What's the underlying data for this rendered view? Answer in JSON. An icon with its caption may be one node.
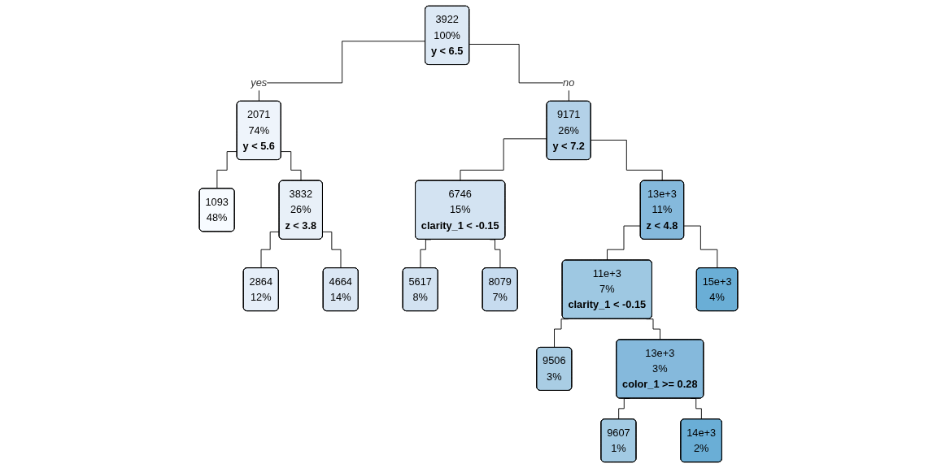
{
  "diagram": {
    "nodes": [
      {
        "text": [
          "3922",
          "100%",
          "y < 6.5"
        ]
      },
      {
        "text": [
          "2071",
          "74%",
          "y < 5.6"
        ]
      },
      {
        "text": [
          "9171",
          "26%",
          "y < 7.2"
        ]
      },
      {
        "text": [
          "3832",
          "26%",
          "z < 3.8"
        ]
      },
      {
        "text": [
          "6746",
          "15%",
          "clarity_1 < -0.15"
        ]
      },
      {
        "text": [
          "13e+3",
          "11%",
          "z < 4.8"
        ]
      },
      {
        "text": [
          "11e+3",
          "7%",
          "clarity_1 < -0.15"
        ]
      },
      {
        "text": [
          "13e+3",
          "3%",
          "color_1 >= 0.28"
        ]
      },
      {
        "text": [
          "1093",
          "48%"
        ]
      },
      {
        "text": [
          "2864",
          "12%"
        ]
      },
      {
        "text": [
          "4664",
          "14%"
        ]
      },
      {
        "text": [
          "5617",
          "8%"
        ]
      },
      {
        "text": [
          "8079",
          "7%"
        ]
      },
      {
        "text": [
          "9506",
          "3%"
        ]
      },
      {
        "text": [
          "9607",
          "1%"
        ]
      },
      {
        "text": [
          "14e+3",
          "2%"
        ]
      },
      {
        "text": [
          "15e+3",
          "4%"
        ]
      }
    ],
    "edges": [
      {
        "from": 0,
        "to": 1,
        "arrow": "none",
        "label": "yes"
      },
      {
        "from": 0,
        "to": 2,
        "arrow": "none",
        "label": "no"
      },
      {
        "from": 1,
        "to": 8,
        "arrow": "none"
      },
      {
        "from": 1,
        "to": 3,
        "arrow": "none"
      },
      {
        "from": 3,
        "to": 9,
        "arrow": "none"
      },
      {
        "from": 3,
        "to": 10,
        "arrow": "none"
      },
      {
        "from": 2,
        "to": 4,
        "arrow": "none"
      },
      {
        "from": 2,
        "to": 5,
        "arrow": "none"
      },
      {
        "from": 4,
        "to": 11,
        "arrow": "none"
      },
      {
        "from": 4,
        "to": 12,
        "arrow": "none"
      },
      {
        "from": 5,
        "to": 6,
        "arrow": "none"
      },
      {
        "from": 5,
        "to": 16,
        "arrow": "none"
      },
      {
        "from": 6,
        "to": 13,
        "arrow": "none"
      },
      {
        "from": 6,
        "to": 7,
        "arrow": "none"
      },
      {
        "from": 7,
        "to": 14,
        "arrow": "none"
      },
      {
        "from": 7,
        "to": 15,
        "arrow": "none"
      }
    ]
  }
}
